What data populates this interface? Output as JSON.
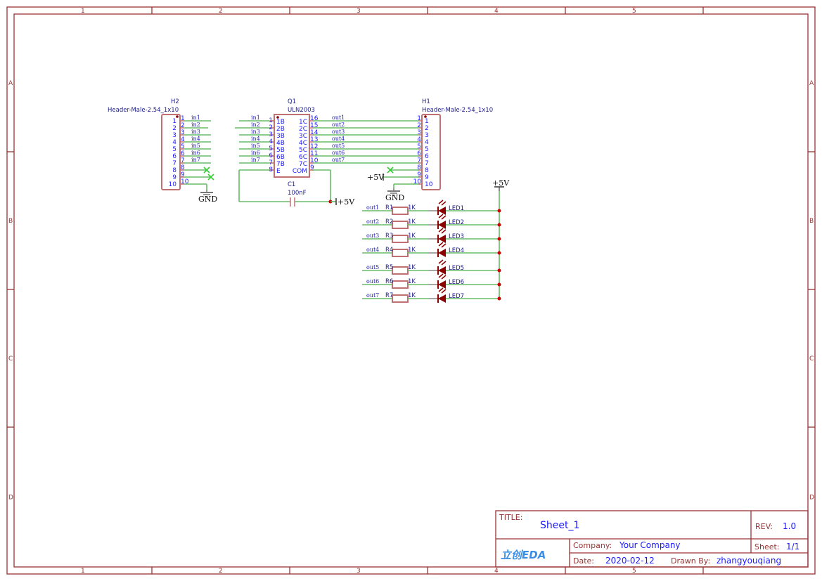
{
  "frame": {
    "columns": [
      "1",
      "2",
      "3",
      "4",
      "5"
    ],
    "rows": [
      "A",
      "B",
      "C",
      "D"
    ]
  },
  "h2": {
    "ref": "H2",
    "value": "Header-Male-2.54_1x10",
    "pins": [
      "1",
      "2",
      "3",
      "4",
      "5",
      "6",
      "7",
      "8",
      "9",
      "10"
    ],
    "nets": [
      "in1",
      "in2",
      "in3",
      "in4",
      "in5",
      "in6",
      "in7"
    ],
    "gnd": "GND"
  },
  "q1": {
    "ref": "Q1",
    "value": "ULN2003",
    "left": [
      {
        "num": "1",
        "name": "1B",
        "net": "in1"
      },
      {
        "num": "2",
        "name": "2B",
        "net": "in2"
      },
      {
        "num": "3",
        "name": "3B",
        "net": "in3"
      },
      {
        "num": "4",
        "name": "4B",
        "net": "in4"
      },
      {
        "num": "5",
        "name": "5B",
        "net": "in5"
      },
      {
        "num": "6",
        "name": "6B",
        "net": "in6"
      },
      {
        "num": "7",
        "name": "7B",
        "net": "in7"
      },
      {
        "num": "8",
        "name": "E",
        "net": ""
      }
    ],
    "right": [
      {
        "num": "16",
        "name": "1C",
        "net": "out1"
      },
      {
        "num": "15",
        "name": "2C",
        "net": "out2"
      },
      {
        "num": "14",
        "name": "3C",
        "net": "out3"
      },
      {
        "num": "13",
        "name": "4C",
        "net": "out4"
      },
      {
        "num": "12",
        "name": "5C",
        "net": "out5"
      },
      {
        "num": "11",
        "name": "6C",
        "net": "out6"
      },
      {
        "num": "10",
        "name": "7C",
        "net": "out7"
      },
      {
        "num": "9",
        "name": "COM",
        "net": ""
      }
    ]
  },
  "c1": {
    "ref": "C1",
    "value": "100nF",
    "power": "+5V"
  },
  "h1": {
    "ref": "H1",
    "value": "Header-Male-2.54_1x10",
    "pins": [
      "1",
      "2",
      "3",
      "4",
      "5",
      "6",
      "7",
      "8",
      "9",
      "10"
    ],
    "power": "+5V",
    "gnd": "GND"
  },
  "leds": {
    "power": "+5V",
    "rows": [
      {
        "net": "out1",
        "res": "R1",
        "val": "1K",
        "led": "LED1"
      },
      {
        "net": "out2",
        "res": "R2",
        "val": "1K",
        "led": "LED2"
      },
      {
        "net": "out3",
        "res": "R3",
        "val": "1K",
        "led": "LED3"
      },
      {
        "net": "out4",
        "res": "R4",
        "val": "1K",
        "led": "LED4"
      },
      {
        "net": "out5",
        "res": "R5",
        "val": "1K",
        "led": "LED5"
      },
      {
        "net": "out6",
        "res": "R6",
        "val": "1K",
        "led": "LED6"
      },
      {
        "net": "out7",
        "res": "R7",
        "val": "1K",
        "led": "LED7"
      }
    ]
  },
  "titleblock": {
    "title_label": "TITLE:",
    "title": "Sheet_1",
    "rev_label": "REV:",
    "rev": "1.0",
    "logo": "立创EDA",
    "company_label": "Company:",
    "company": "Your Company",
    "sheet_label": "Sheet:",
    "sheet": "1/1",
    "date_label": "Date:",
    "date": "2020-02-12",
    "drawn_label": "Drawn By:",
    "drawn": "zhangyouqiang"
  },
  "colors": {
    "frame": "#993333",
    "wire": "#66bb66",
    "pin_text": "#1a1aff",
    "part": "#c07070",
    "led": "#8b0000",
    "junction": "#cc0000"
  }
}
